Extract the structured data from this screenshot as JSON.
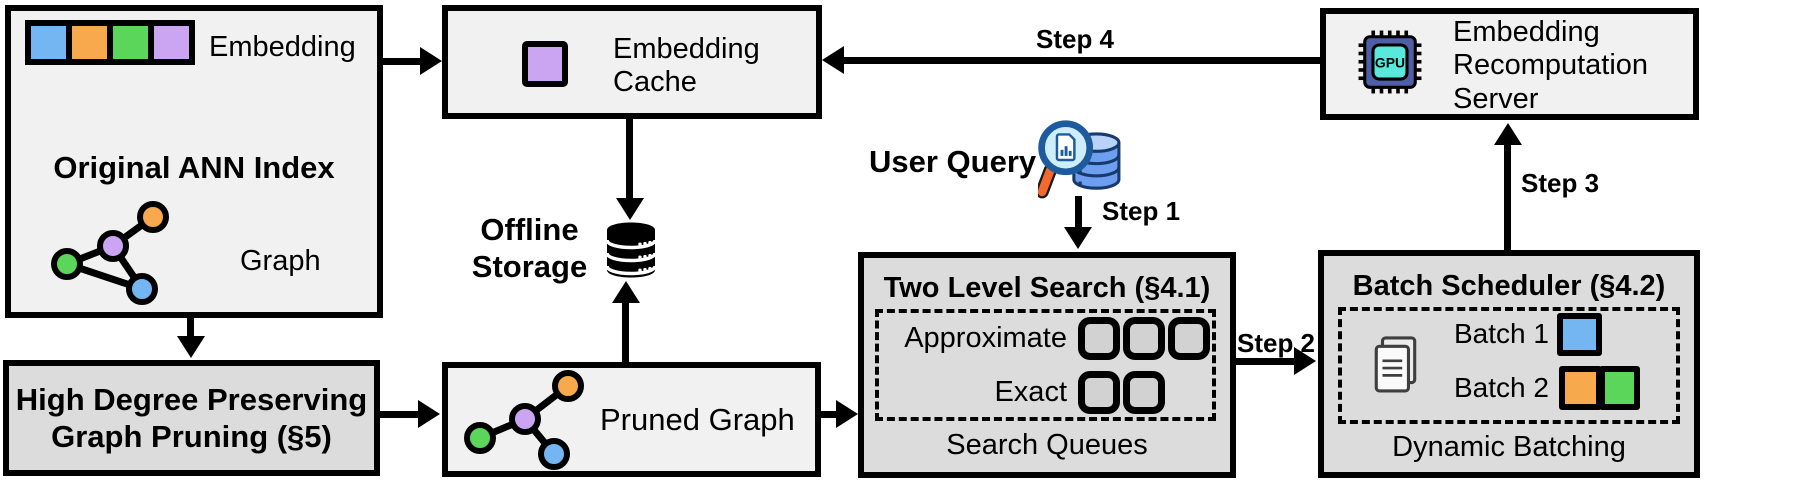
{
  "diagram": {
    "ann_index": {
      "title": "Original ANN Index",
      "embedding_label": "Embedding",
      "graph_label": "Graph"
    },
    "embedding_cache": {
      "line1": "Embedding",
      "line2": "Cache"
    },
    "offline_storage": {
      "line1": "Offline",
      "line2": "Storage"
    },
    "user_query_label": "User Query",
    "two_level_search": {
      "title": "Two Level Search (§4.1)",
      "approximate_label": "Approximate",
      "exact_label": "Exact",
      "footer": "Search Queues",
      "approximate_queue_count": 3,
      "exact_queue_count": 2
    },
    "batch_scheduler": {
      "title": "Batch Scheduler (§4.2)",
      "batch1_label": "Batch 1",
      "batch2_label": "Batch 2",
      "footer": "Dynamic Batching"
    },
    "recomputation_server": {
      "line1": "Embedding",
      "line2": "Recomputation",
      "line3": "Server"
    },
    "high_degree_pruning": {
      "line1": "High Degree Preserving",
      "line2": "Graph Pruning (§5)"
    },
    "pruned_graph_label": "Pruned Graph",
    "gpu_label": "GPU",
    "steps": {
      "step1": "Step 1",
      "step2": "Step 2",
      "step3": "Step 3",
      "step4": "Step 4"
    },
    "colors": {
      "node_blue": "#74B6F2",
      "node_orange": "#F8A94D",
      "node_green": "#5BD65B",
      "node_purple": "#CBA4F2",
      "box_light": "#F1F1F1",
      "box_shaded": "#DCDCDC",
      "queue_fill": "#D2D2D2",
      "gpu_body": "#4F5FA5",
      "gpu_core": "#59E8DC",
      "magnifier_rim": "#1D5B9E",
      "magnifier_glass": "#CDEEF9",
      "magnifier_handle": "#F4692E",
      "query_db_fill": "#6D9EF0",
      "query_db_top": "#B9D3F8",
      "query_db_outline": "#173A6B",
      "storage_db": "#000000"
    }
  }
}
